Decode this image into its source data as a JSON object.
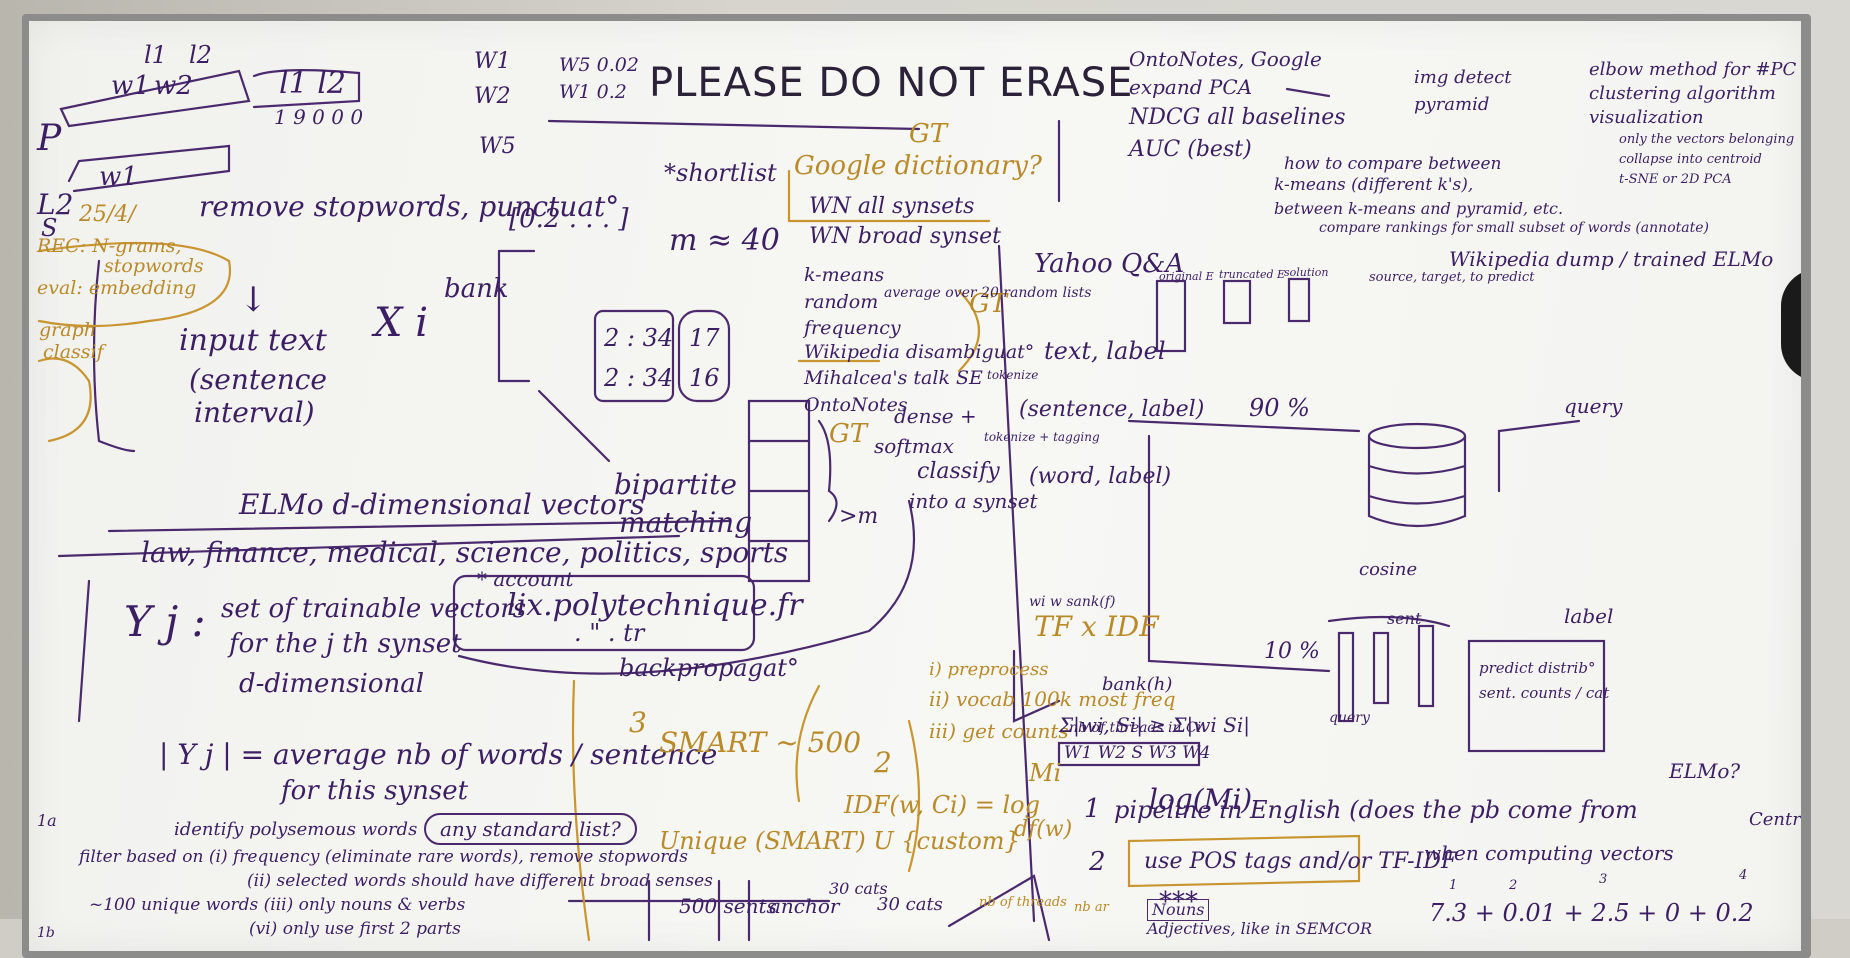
{
  "title": "PLEASE DO NOT ERASE",
  "top_right_list": [
    "OntoNotes, Google",
    "expand PCA",
    "NDCG all baselines",
    "AUC (best)"
  ],
  "far_right": {
    "arrow_labels": [
      "img detect",
      "pyramid"
    ],
    "items": [
      "elbow method for #PC and k",
      "clustering algorithm",
      "visualization"
    ],
    "sub_items": [
      "only the vectors belonging",
      "collapse into centroid",
      "t-SNE or 2D PCA"
    ],
    "compare": [
      "how to compare between",
      "k-means (different k's),",
      "between k-means and pyramid, etc.",
      "compare rankings for small subset of words (annotate)"
    ],
    "wiki": "Wikipedia dump / trained ELMo",
    "cols": [
      "original E",
      "truncated E",
      "solution",
      "source, target, to predict"
    ]
  },
  "left": {
    "w_labels": [
      "w1",
      "w2",
      "l1",
      "l2",
      "l1 l2",
      "1 9 0 0 0"
    ],
    "p": "P",
    "l2s": "L2",
    "s": "S",
    "w1": "w1",
    "date": "25/4/",
    "remove": "remove stopwords, punctuat°",
    "orange_notes": [
      "REC: N-grams,",
      "stopwords",
      "eval: embedding",
      "graph",
      "classif"
    ],
    "input": [
      "input text",
      "(sentence",
      "interval)"
    ],
    "xi": "X i",
    "elmo": "ELMo d-dimensional vectors",
    "domains": "law, finance, medical, science, politics, sports",
    "yj": "Y j :",
    "set_of": [
      "set of trainable vectors",
      "for the j th synset",
      "d-dimensional"
    ],
    "avg": [
      "| Y j | = average nb of words / sentence",
      "for this synset"
    ]
  },
  "center": {
    "ws": [
      "W1",
      "W2",
      "W5",
      "W5 0.02",
      "W1 0.2"
    ],
    "vec": "[0.2 . . . ]",
    "bank": "bank",
    "m": "m ≈ 40",
    "ratios": [
      "2 : 34",
      "2 : 34",
      "17",
      "16"
    ],
    "bipartite": [
      "bipartite",
      "matching"
    ],
    "lix": [
      "* account",
      "lix.polytechnique.fr",
      ". \" . tr"
    ],
    "backprop": "backpropagat°",
    "shortlist": "*shortlist",
    "google": "Google dictionary?",
    "gt": [
      "GT",
      "GT",
      "GT"
    ],
    "wn": [
      "WN all synsets",
      "WN broad synset"
    ],
    "bullets": [
      "k-means",
      "random",
      "frequency",
      "Wikipedia disambiguat°",
      "Mihalcea's talk SE",
      "OntoNotes"
    ],
    "avg_note": "average over 20 random lists",
    "dense": [
      "dense +",
      "softmax"
    ],
    "classify": [
      "classify",
      "into a synset"
    ],
    ">m": ">m"
  },
  "middle_bottom": {
    "tfidf": "TF x IDF",
    "list": [
      "i) preprocess",
      "ii) vocab 100k most freq",
      "iii) get counts"
    ],
    "nb": "nb of threads in Ci",
    "three": "3",
    "smart": "SMART ~ 500",
    "two": "2",
    "idf": "IDF(w, Ci) = log",
    "frac": [
      "Mi",
      "df(w)"
    ],
    "log": "log(Mi)",
    "unique": "Unique (SMART) U {custom}",
    "nb_threads": [
      "nb of threads",
      "nb ar"
    ],
    "table": [
      "500 sents",
      "anchor",
      "30 cats",
      "30 cats"
    ],
    "stars": "***"
  },
  "right_mid": {
    "yahoo": "Yahoo Q&A",
    "text_label": "text, label",
    "tokenize": "tokenize",
    "sentence": "(sentence, label)",
    "tagging": "tokenize + tagging",
    "word": "(word, label)",
    "pct90": "90 %",
    "pct10": "10 %",
    "query": "query",
    "cosine": "cosine",
    "sent": "sent",
    "label": "label",
    "query2": "query",
    "predict": [
      "predict distrib°",
      "sent. counts / cat"
    ],
    "elmo": "ELMo?",
    "wsum": "wi w sank(f)",
    "sumwi": "Σ|wi, Si| ≥ Σ|wi Si|",
    "w_box": "W1 W2 S W3 W4",
    "bankh": "bank(h)"
  },
  "bottom": {
    "one": "1",
    "pipeline": "pipeline in English  (does the pb come from",
    "centroid": "Centroid",
    "two": "2",
    "pos": "use POS tags and/or TF-IDF",
    "when": "when computing vectors",
    "nouns": "Nouns",
    "adj": "Adjectives, like in SEMCOR",
    "sum": "7.3 + 0.01 + 2.5 + 0 + 0.2",
    "sum_idx": [
      "1",
      "2",
      "3",
      "4"
    ],
    "identify": "identify polysemous words",
    "anystd": "any standard list?",
    "filter": "filter based on (i) frequency (eliminate rare words), remove stopwords",
    "ii": "(ii) selected words should have different broad senses",
    "iii": "~100 unique words  (iii) only nouns & verbs",
    "vi": "(vi) only use first 2 parts",
    "one_a": "1a",
    "one_b": "1b"
  }
}
